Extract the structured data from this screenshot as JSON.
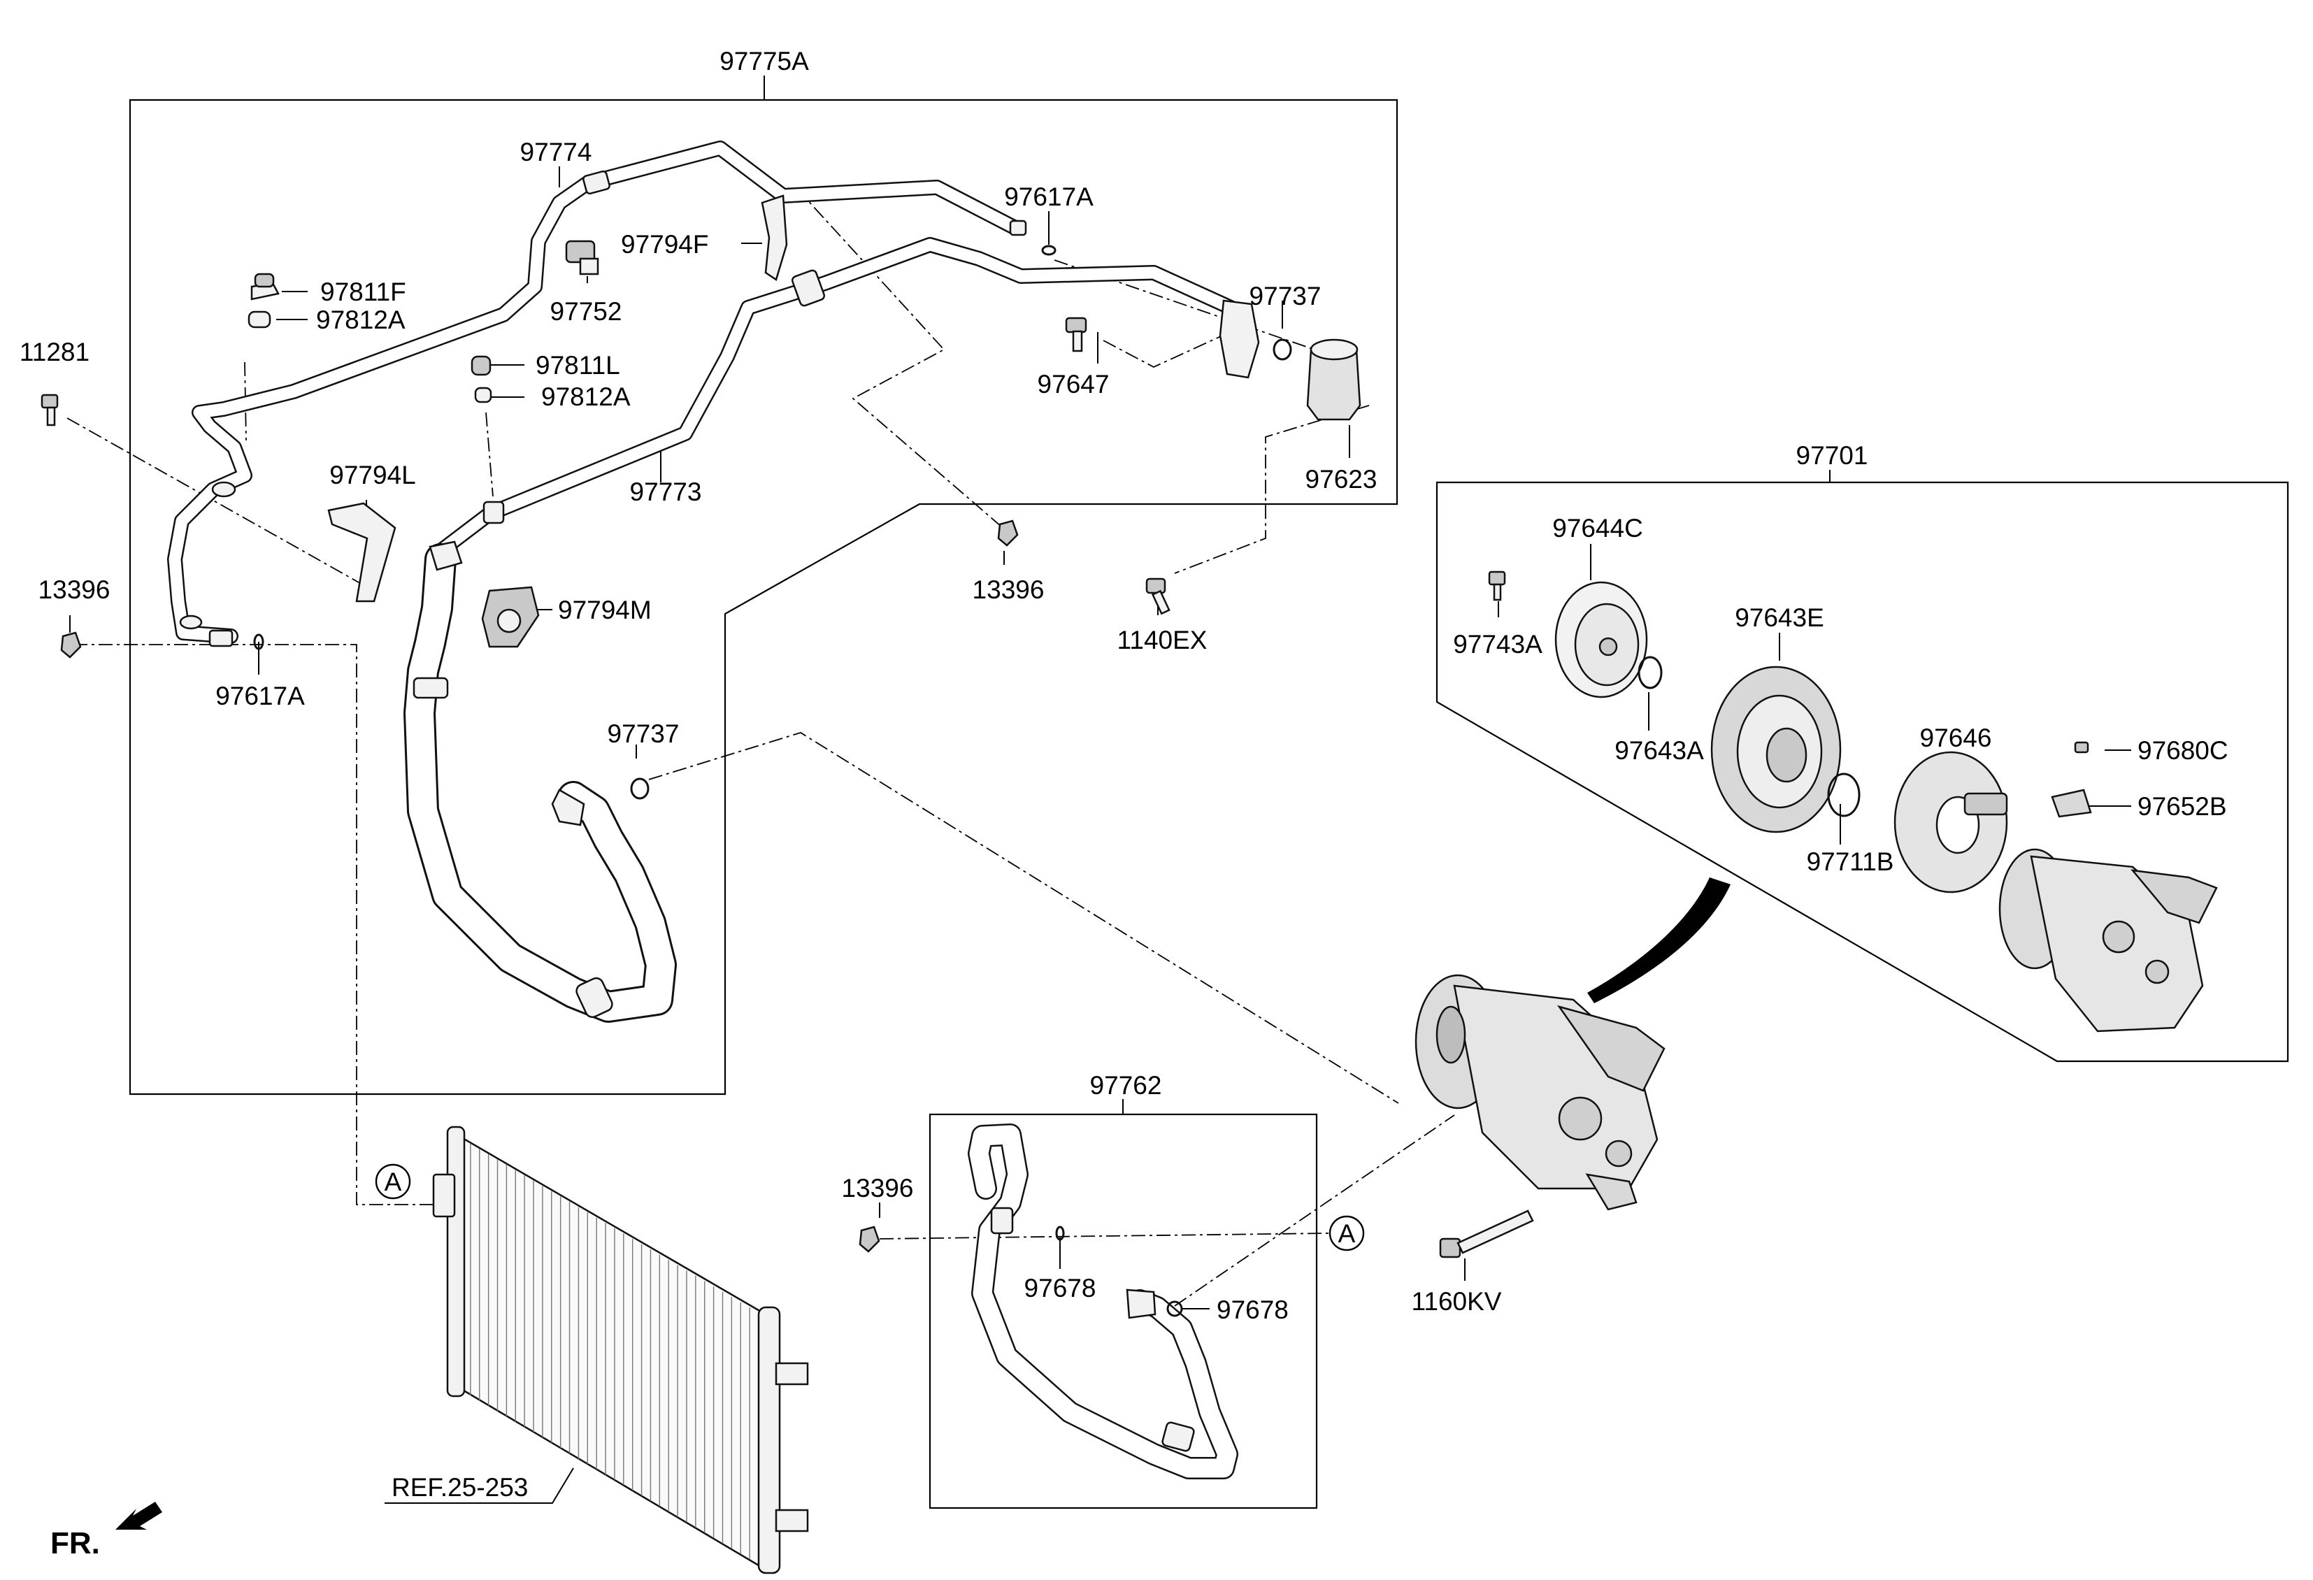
{
  "labels": {
    "assy_97775A": "97775A",
    "p97774": "97774",
    "p97617A_top": "97617A",
    "p97794F": "97794F",
    "p97811F": "97811F",
    "p97812A_top": "97812A",
    "p97752": "97752",
    "p97737_top": "97737",
    "p97647": "97647",
    "p11281": "11281",
    "p97811L": "97811L",
    "p97812A_mid": "97812A",
    "p97623": "97623",
    "p97794L": "97794L",
    "p97773": "97773",
    "p13396_mid": "13396",
    "p1140EX": "1140EX",
    "p13396_left": "13396",
    "p97794M": "97794M",
    "p97617A_left": "97617A",
    "p97737_mid": "97737",
    "assy_97701": "97701",
    "p97644C": "97644C",
    "p97743A": "97743A",
    "p97643E": "97643E",
    "p97643A": "97643A",
    "p97646": "97646",
    "p97680C": "97680C",
    "p97652B": "97652B",
    "p97711B": "97711B",
    "assy_97762": "97762",
    "p13396_bot": "13396",
    "p97678_a": "97678",
    "p97678_b": "97678",
    "p1160KV": "1160KV",
    "ref_A_left": "A",
    "ref_A_right": "A",
    "ref_condenser": "REF.25-253",
    "front": "FR."
  }
}
